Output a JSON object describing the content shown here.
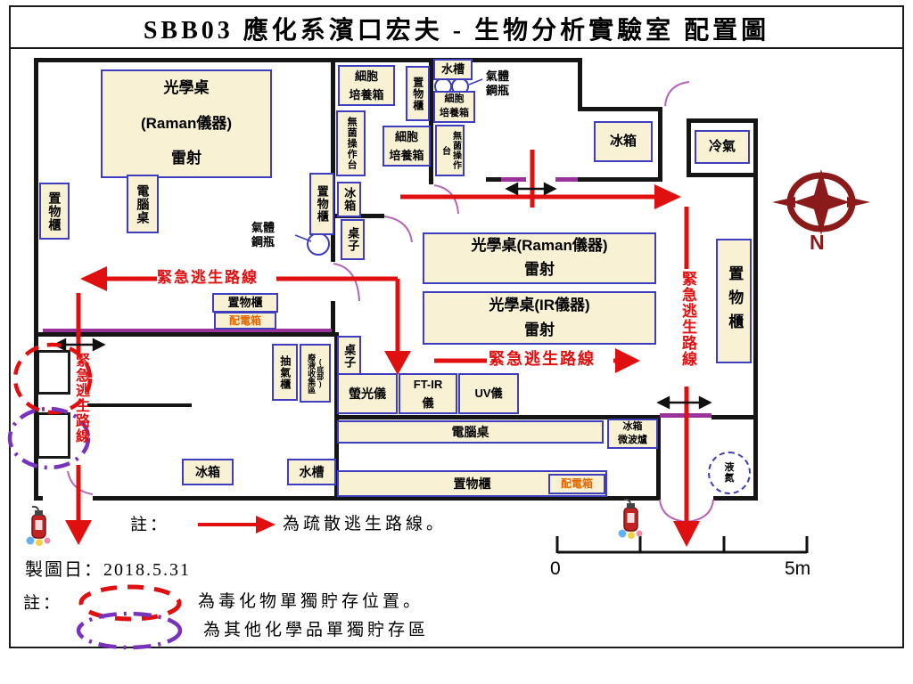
{
  "title": "SBB03 應化系濱口宏夫 - 生物分析實驗室 配置圖",
  "labels": {
    "optical_table": "光學桌",
    "raman_inst": "(Raman儀器)",
    "laser": "雷射",
    "optical_raman": "光學桌(Raman儀器)",
    "optical_ir": "光學桌(IR儀器)",
    "storage": "置物櫃",
    "computer_desk": "電腦桌",
    "fridge": "冰箱",
    "ac": "冷氣",
    "sink": "水槽",
    "gas1": "氣體",
    "gas2": "鋼瓶",
    "cell1": "細胞",
    "cell2": "培養箱",
    "sterile": "無菌操作台",
    "table": "桌子",
    "power": "配電箱",
    "fume": "抽氣櫃",
    "waste": "廢液收集區",
    "waste_sub": "(底部)",
    "fluor": "螢光儀",
    "ftir1": "FT-IR",
    "ftir2": "儀",
    "uv": "UV儀",
    "microwave": "微波爐",
    "ln_1": "液",
    "ln_2": "氮"
  },
  "routes": {
    "escape": "緊急逃生路線"
  },
  "legend": {
    "note_prefix": "註：",
    "evacuation": "為疏散逃生路線。",
    "date": "製圖日：2018.5.31",
    "toxic": "為毒化物單獨貯存位置。",
    "chemical": "為其他化學品單獨貯存區"
  },
  "scale": {
    "zero": "0",
    "five": "5m"
  },
  "compass": {
    "north": "N"
  },
  "colors": {
    "route": "#E01010",
    "door": "#993399",
    "wall": "#151515",
    "box_fill": "#F8F1D4",
    "box_border": "#3D3DBE",
    "power_text": "#E06800",
    "toxic_circle": "#E01010",
    "chemical_circle": "#7733BB",
    "compass": "#8B1A1A"
  }
}
